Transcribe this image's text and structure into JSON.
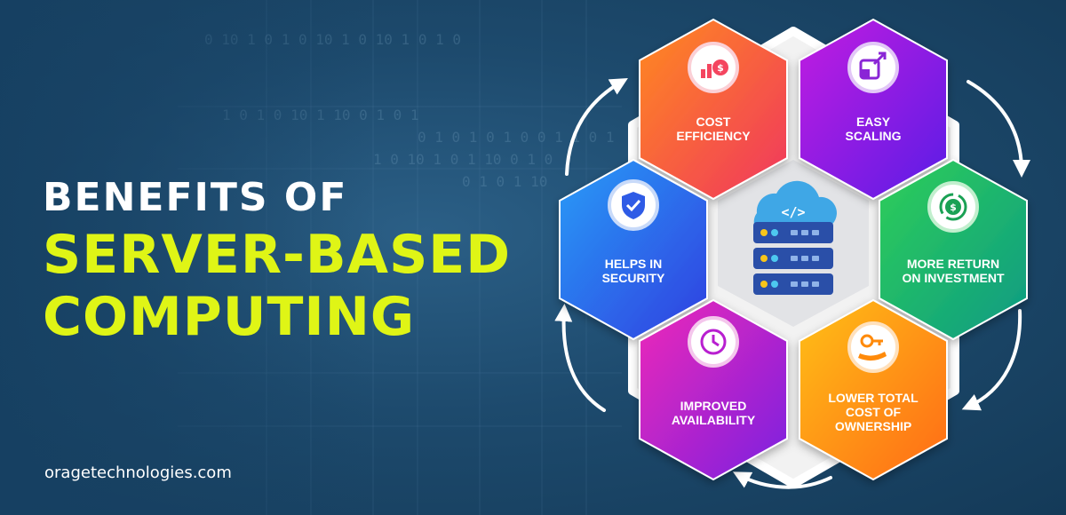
{
  "heading": {
    "line1": "BENEFITS OF",
    "line2": "SERVER-BASED",
    "line3": "COMPUTING"
  },
  "website": "oragetechnologies.com",
  "center": {
    "icon": "cloud-server-icon",
    "code_glyph": "</>"
  },
  "benefits": [
    {
      "label_lines": [
        "COST",
        "EFFICIENCY"
      ],
      "icon": "cost-chart-dollar-icon",
      "color": "#f7455e"
    },
    {
      "label_lines": [
        "EASY",
        "SCALING"
      ],
      "icon": "scale-arrow-icon",
      "color": "#9c1fe0"
    },
    {
      "label_lines": [
        "MORE RETURN",
        "ON INVESTMENT"
      ],
      "icon": "dollar-cycle-icon",
      "color": "#1dba4f"
    },
    {
      "label_lines": [
        "LOWER TOTAL",
        "COST OF",
        "OWNERSHIP"
      ],
      "icon": "key-hand-icon",
      "color": "#ff8a0a"
    },
    {
      "label_lines": [
        "IMPROVED",
        "AVAILABILITY"
      ],
      "icon": "clock-icon",
      "color": "#d11fc4"
    },
    {
      "label_lines": [
        "HELPS IN",
        "SECURITY"
      ],
      "icon": "shield-check-icon",
      "color": "#2e6cf5"
    }
  ],
  "colors": {
    "headline_accent": "#dff516",
    "background": "#1d4a6d",
    "hex_backdrop": "#f2f2f2"
  }
}
